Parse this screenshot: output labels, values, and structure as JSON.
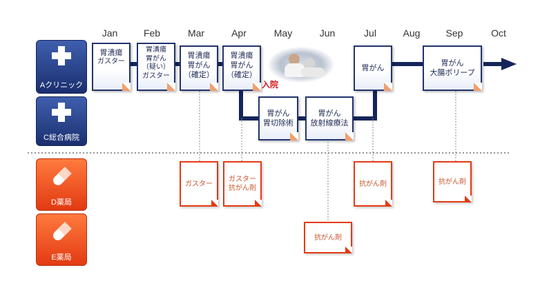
{
  "months": [
    "Jan",
    "Feb",
    "Mar",
    "Apr",
    "May",
    "Jun",
    "Jul",
    "Aug",
    "Sep",
    "Oct"
  ],
  "institutions": {
    "a_clinic": "Aクリニック",
    "c_hospital": "C総合病院",
    "d_pharmacy": "D薬局",
    "e_pharmacy": "E薬局"
  },
  "documents": {
    "jan": {
      "l1": "胃潰瘍",
      "l2": "ガスター"
    },
    "feb": {
      "l1": "胃潰瘍",
      "l2": "胃がん",
      "l3": "（疑い）",
      "l4": "ガスター"
    },
    "mar": {
      "l1": "胃潰瘍",
      "l2": "胃がん",
      "l3": "（確定）"
    },
    "apr": {
      "l1": "胃潰瘍",
      "l2": "胃がん",
      "l3": "（確定）"
    },
    "may_c": {
      "l1": "胃がん",
      "l2": "胃切除術"
    },
    "jun_c": {
      "l1": "胃がん",
      "l2": "放射線療法"
    },
    "jul": {
      "l1": "胃がん"
    },
    "sep": {
      "l1": "胃がん",
      "l2": "大腸ポリープ"
    }
  },
  "hospitalization": "入院",
  "prescriptions": {
    "d_mar": "ガスター",
    "d_apr_l1": "ガスター",
    "d_apr_l2": "抗がん剤",
    "d_jul": "抗がん剤",
    "d_sep": "抗がん剤",
    "e_jun": "抗がん剤"
  },
  "colors": {
    "navy": "#1b2f6f",
    "red": "#e23a12",
    "line": "#15255a"
  }
}
